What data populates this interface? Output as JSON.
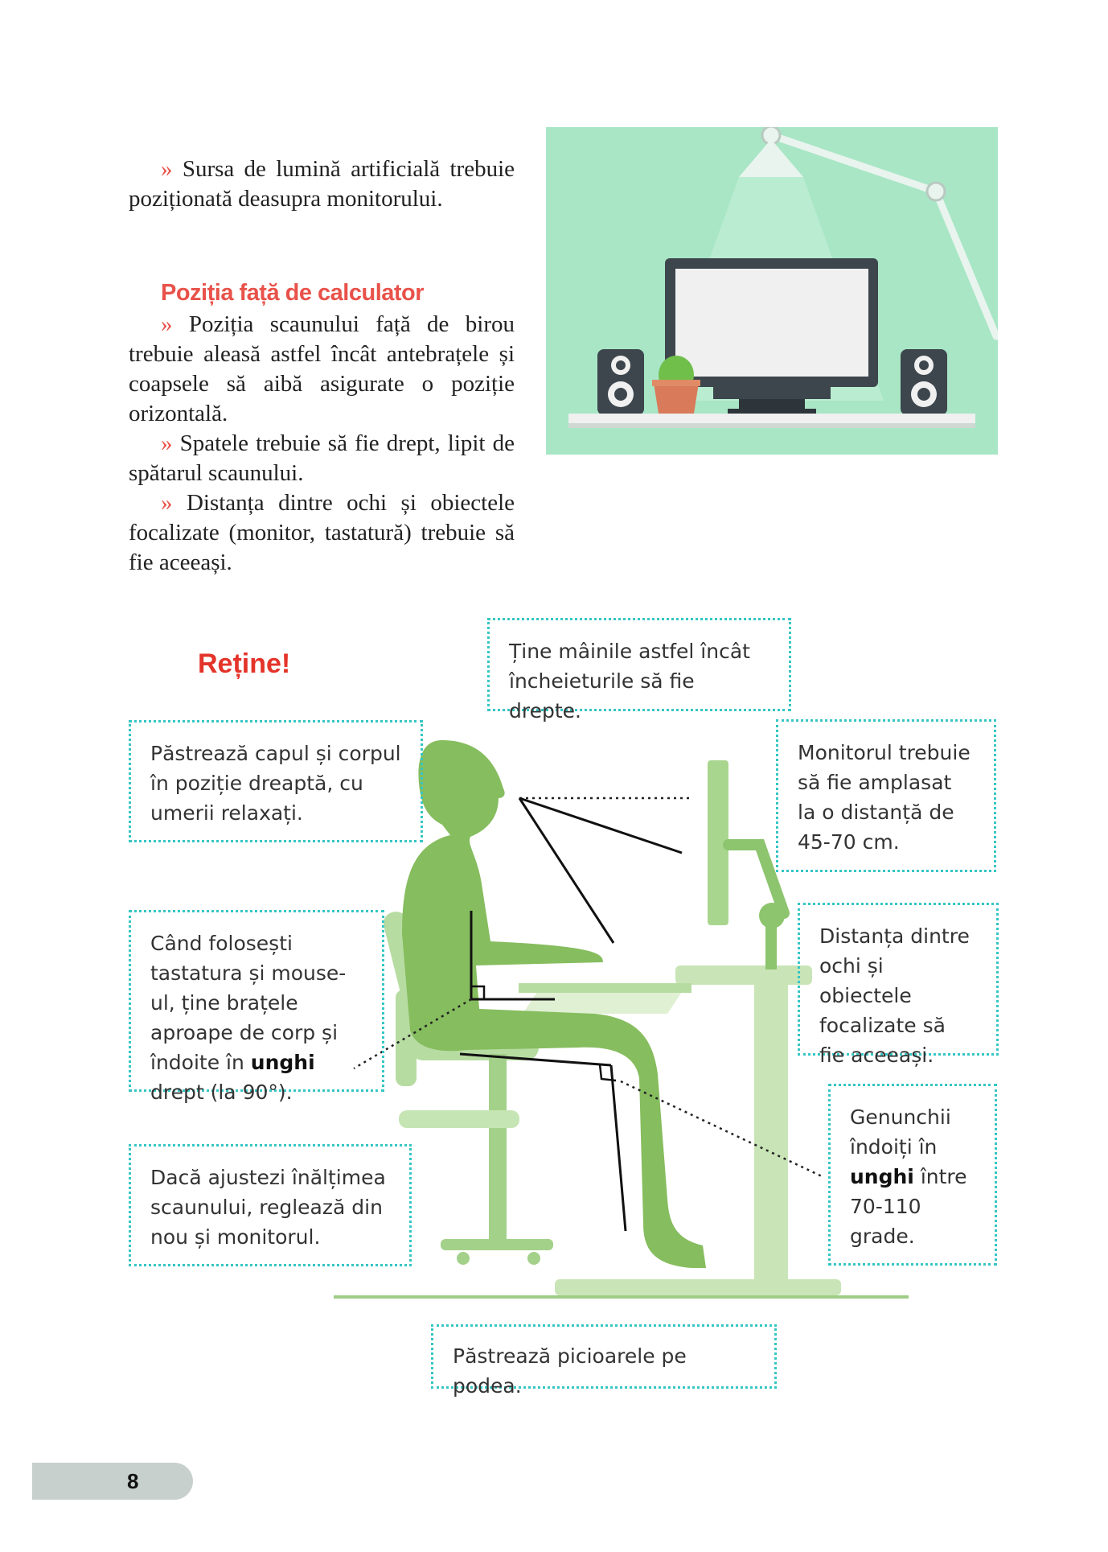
{
  "intro": {
    "bullet_marker": "»",
    "b1_text": "Sursa de lumină artificială trebuie poziționată deasupra monitorului."
  },
  "section": {
    "heading": "Poziția față de calculator",
    "b2_text": "Poziția scaunului față de birou trebuie aleasă astfel încât antebrațele și coapsele să aibă asigurate o poziție orizontală.",
    "b3_text": "Spatele trebuie să fie drept, lipit de spătarul scaunului.",
    "b4_text": "Distanța dintre ochi și obiectele focalizate (monitor, tastatură) trebuie să fie aceeași."
  },
  "retine": {
    "title": "Reține!"
  },
  "notes": {
    "hands": "Ține mâinile astfel încât încheieturile să fie drepte.",
    "head": "Păstrează capul și corpul în poziție dreaptă, cu umerii relaxați.",
    "monitor": "Monitorul trebuie să fie amplasat la o distanță de 45-70 cm.",
    "keyboard_pre": "Când folosești tastatura și mouse-ul, ține brațele aproape de corp și îndoite în",
    "keyboard_bold": "unghi",
    "keyboard_post": "drept (la 90°).",
    "focus": "Distanța dintre ochi și obiectele focalizate să fie aceeași.",
    "knees_pre": "Genunchii îndoiți în",
    "knees_bold": "unghi",
    "knees_post": "între 70-110 grade.",
    "chair": "Dacă ajustezi înălțimea scaunului, reglează din nou și monitorul.",
    "feet": "Păstrează picioarele pe podea."
  },
  "footer": {
    "page_number": "8"
  },
  "colors": {
    "heading_red": "#e8524a",
    "retine_red": "#e4342a",
    "dotted_border": "#35c6c4",
    "figure_green": "#86bd5e",
    "furniture_green": "#b7dca2",
    "illustration_bg": "#a8e6c6"
  }
}
